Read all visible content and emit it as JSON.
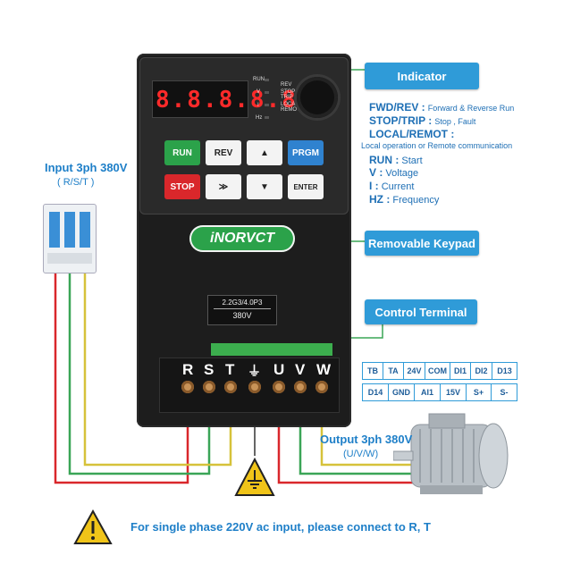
{
  "callouts": {
    "indicator": "Indicator",
    "keypad": "Removable Keypad",
    "control": "Control Terminal"
  },
  "indicator_legend": {
    "fwd_key": "FWD/REV :",
    "fwd_desc": "Forward & Reverse Run",
    "stop_key": "STOP/TRIP :",
    "stop_desc": "Stop , Fault",
    "local_key": "LOCAL/REMOT :",
    "local_desc": "Local operation or Remote communication",
    "run_key": "RUN :",
    "run_desc": "Start",
    "v_key": "V :",
    "v_desc": "Voltage",
    "i_key": "I :",
    "i_desc": "Current",
    "hz_key": "HZ :",
    "hz_desc": "Frequency"
  },
  "input": {
    "title": "Input 3ph 380V",
    "sub": "( R/S/T )"
  },
  "output": {
    "title": "Output 3ph 380V",
    "sub": "(U/V/W)"
  },
  "display": {
    "digits": "8.8.8.8.8"
  },
  "led_labels": [
    "RUN",
    "REV",
    "V",
    "STOP TRIP",
    "I",
    "LOCAL REMOT",
    "Hz"
  ],
  "keys": {
    "run": "RUN",
    "rev": "REV",
    "up": "▲",
    "prgm": "PRGM",
    "stop": "STOP",
    "shift": "≫",
    "down": "▼",
    "enter": "ENTER"
  },
  "brand": "iNORVCT",
  "rating": {
    "line1": "2.2G3/4.0P3",
    "line2": "380V"
  },
  "power_terminals": [
    "R",
    "S",
    "T",
    "⏚",
    "U",
    "V",
    "W"
  ],
  "control_terminals": {
    "row1": [
      "TB",
      "TA",
      "24V",
      "COM",
      "DI1",
      "DI2",
      "D13"
    ],
    "row2": [
      "D14",
      "GND",
      "AI1",
      "15V",
      "S+",
      "S-"
    ]
  },
  "note": "For single phase 220V ac input, please connect to R, T",
  "colors": {
    "accent": "#2f9bd8",
    "wire_red": "#d9272b",
    "wire_green": "#3aa557",
    "wire_yellow": "#d6c23a",
    "led_red": "#ff2a2a"
  }
}
